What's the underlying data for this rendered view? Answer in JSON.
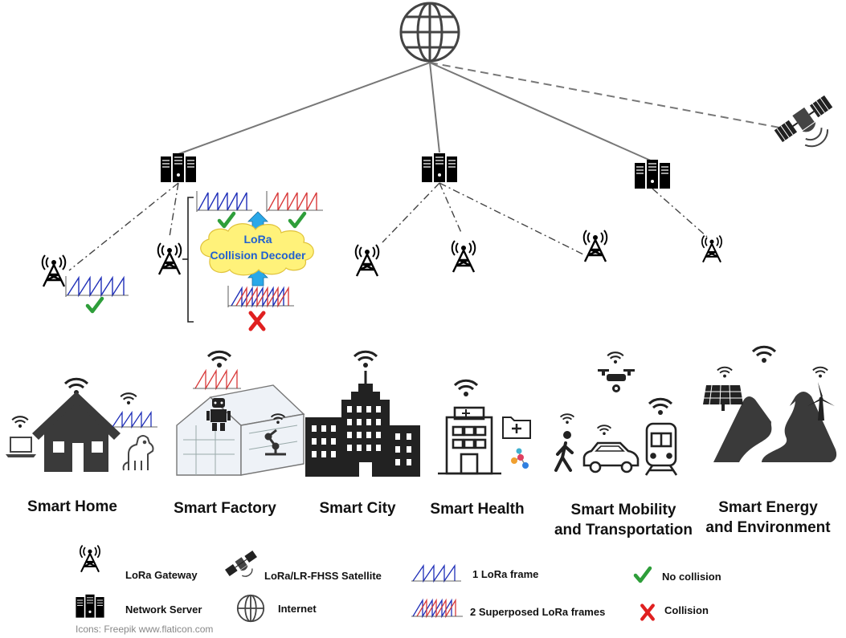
{
  "decoder": {
    "line1": "LoRa",
    "line2": "Collision Decoder"
  },
  "domains": [
    {
      "label": "Smart Home"
    },
    {
      "label": "Smart Factory"
    },
    {
      "label": "Smart City"
    },
    {
      "label": "Smart Health"
    },
    {
      "label": "Smart Mobility",
      "label2": "and Transportation"
    },
    {
      "label": "Smart Energy",
      "label2": "and Environment"
    }
  ],
  "legend": {
    "gateway": "LoRa Gateway",
    "satellite": "LoRa/LR-FHSS Satellite",
    "frame1": "1 LoRa frame",
    "no_collision": "No collision",
    "server": "Network Server",
    "internet": "Internet",
    "frame2": "2 Superposed LoRa frames",
    "collision": "Collision"
  },
  "credit": "Icons: Freepik www.flaticon.com",
  "colors": {
    "blue_frame": "#1f2fb8",
    "red_frame": "#d83a3a",
    "check": "#2e9e3a",
    "cross": "#e02020",
    "cloud": "#fff27a",
    "decoder_text": "#2060d0",
    "arrow": "#2aa8e8"
  }
}
